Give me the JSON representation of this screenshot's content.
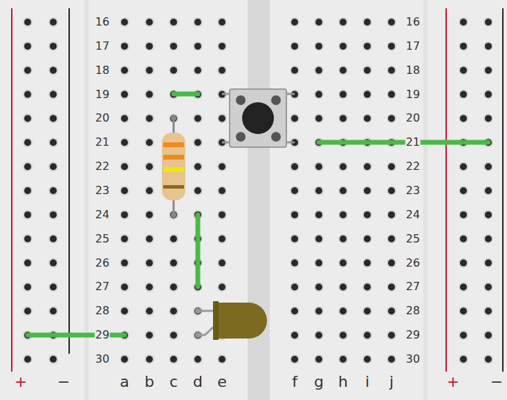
{
  "diagram": {
    "labels": [
      "16",
      "17",
      "18",
      "19",
      "20",
      "21",
      "22",
      "23",
      "24",
      "25",
      "26",
      "27",
      "28",
      "29",
      "30",
      "16",
      "17",
      "18",
      "19",
      "20",
      "21",
      "22",
      "23",
      "24",
      "25",
      "26",
      "27",
      "28",
      "29",
      "30",
      "a",
      "b",
      "c",
      "d",
      "e",
      "f",
      "g",
      "h",
      "i",
      "j",
      "+",
      "−",
      "+",
      "−"
    ]
  }
}
